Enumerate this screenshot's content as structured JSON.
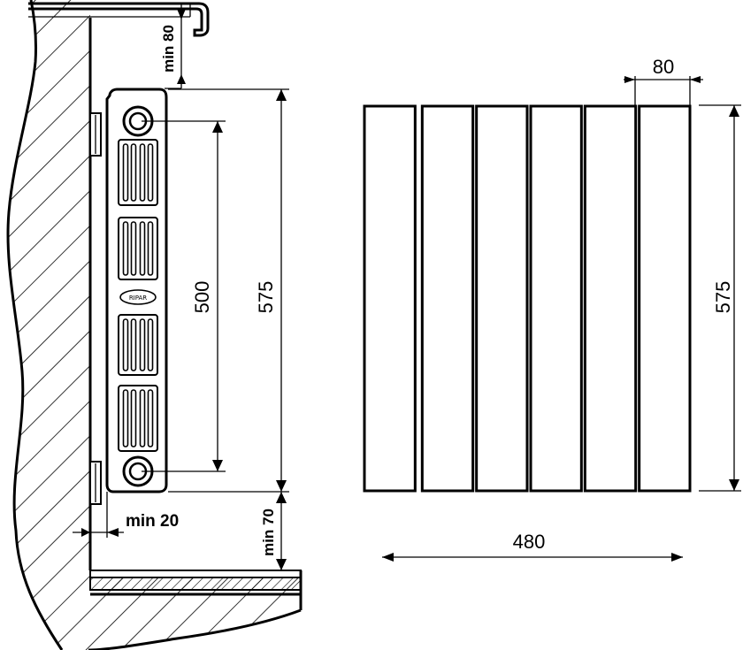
{
  "side_view": {
    "dim_top_gap": "min 80",
    "dim_pipe_center": "500",
    "dim_height": "575",
    "dim_wall_gap": "min 20",
    "dim_floor_gap": "min 70",
    "logo_text": "RIPAR"
  },
  "front_view": {
    "dim_section_width": "80",
    "dim_height": "575",
    "dim_total_width": "480",
    "section_count": 6
  }
}
